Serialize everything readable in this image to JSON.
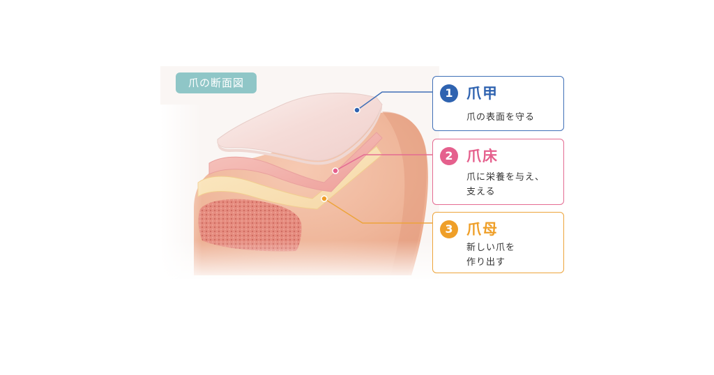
{
  "title": "爪の断面図",
  "parts": [
    {
      "number": "1",
      "name": "爪甲",
      "desc": "爪の表面を守る",
      "color": "#2f63b0"
    },
    {
      "number": "2",
      "name": "爪床",
      "desc": "爪に栄養を与え、\n支える",
      "color": "#e5608d"
    },
    {
      "number": "3",
      "name": "爪母",
      "desc": "新しい爪を\n作り出す",
      "color": "#ef9f28"
    }
  ]
}
